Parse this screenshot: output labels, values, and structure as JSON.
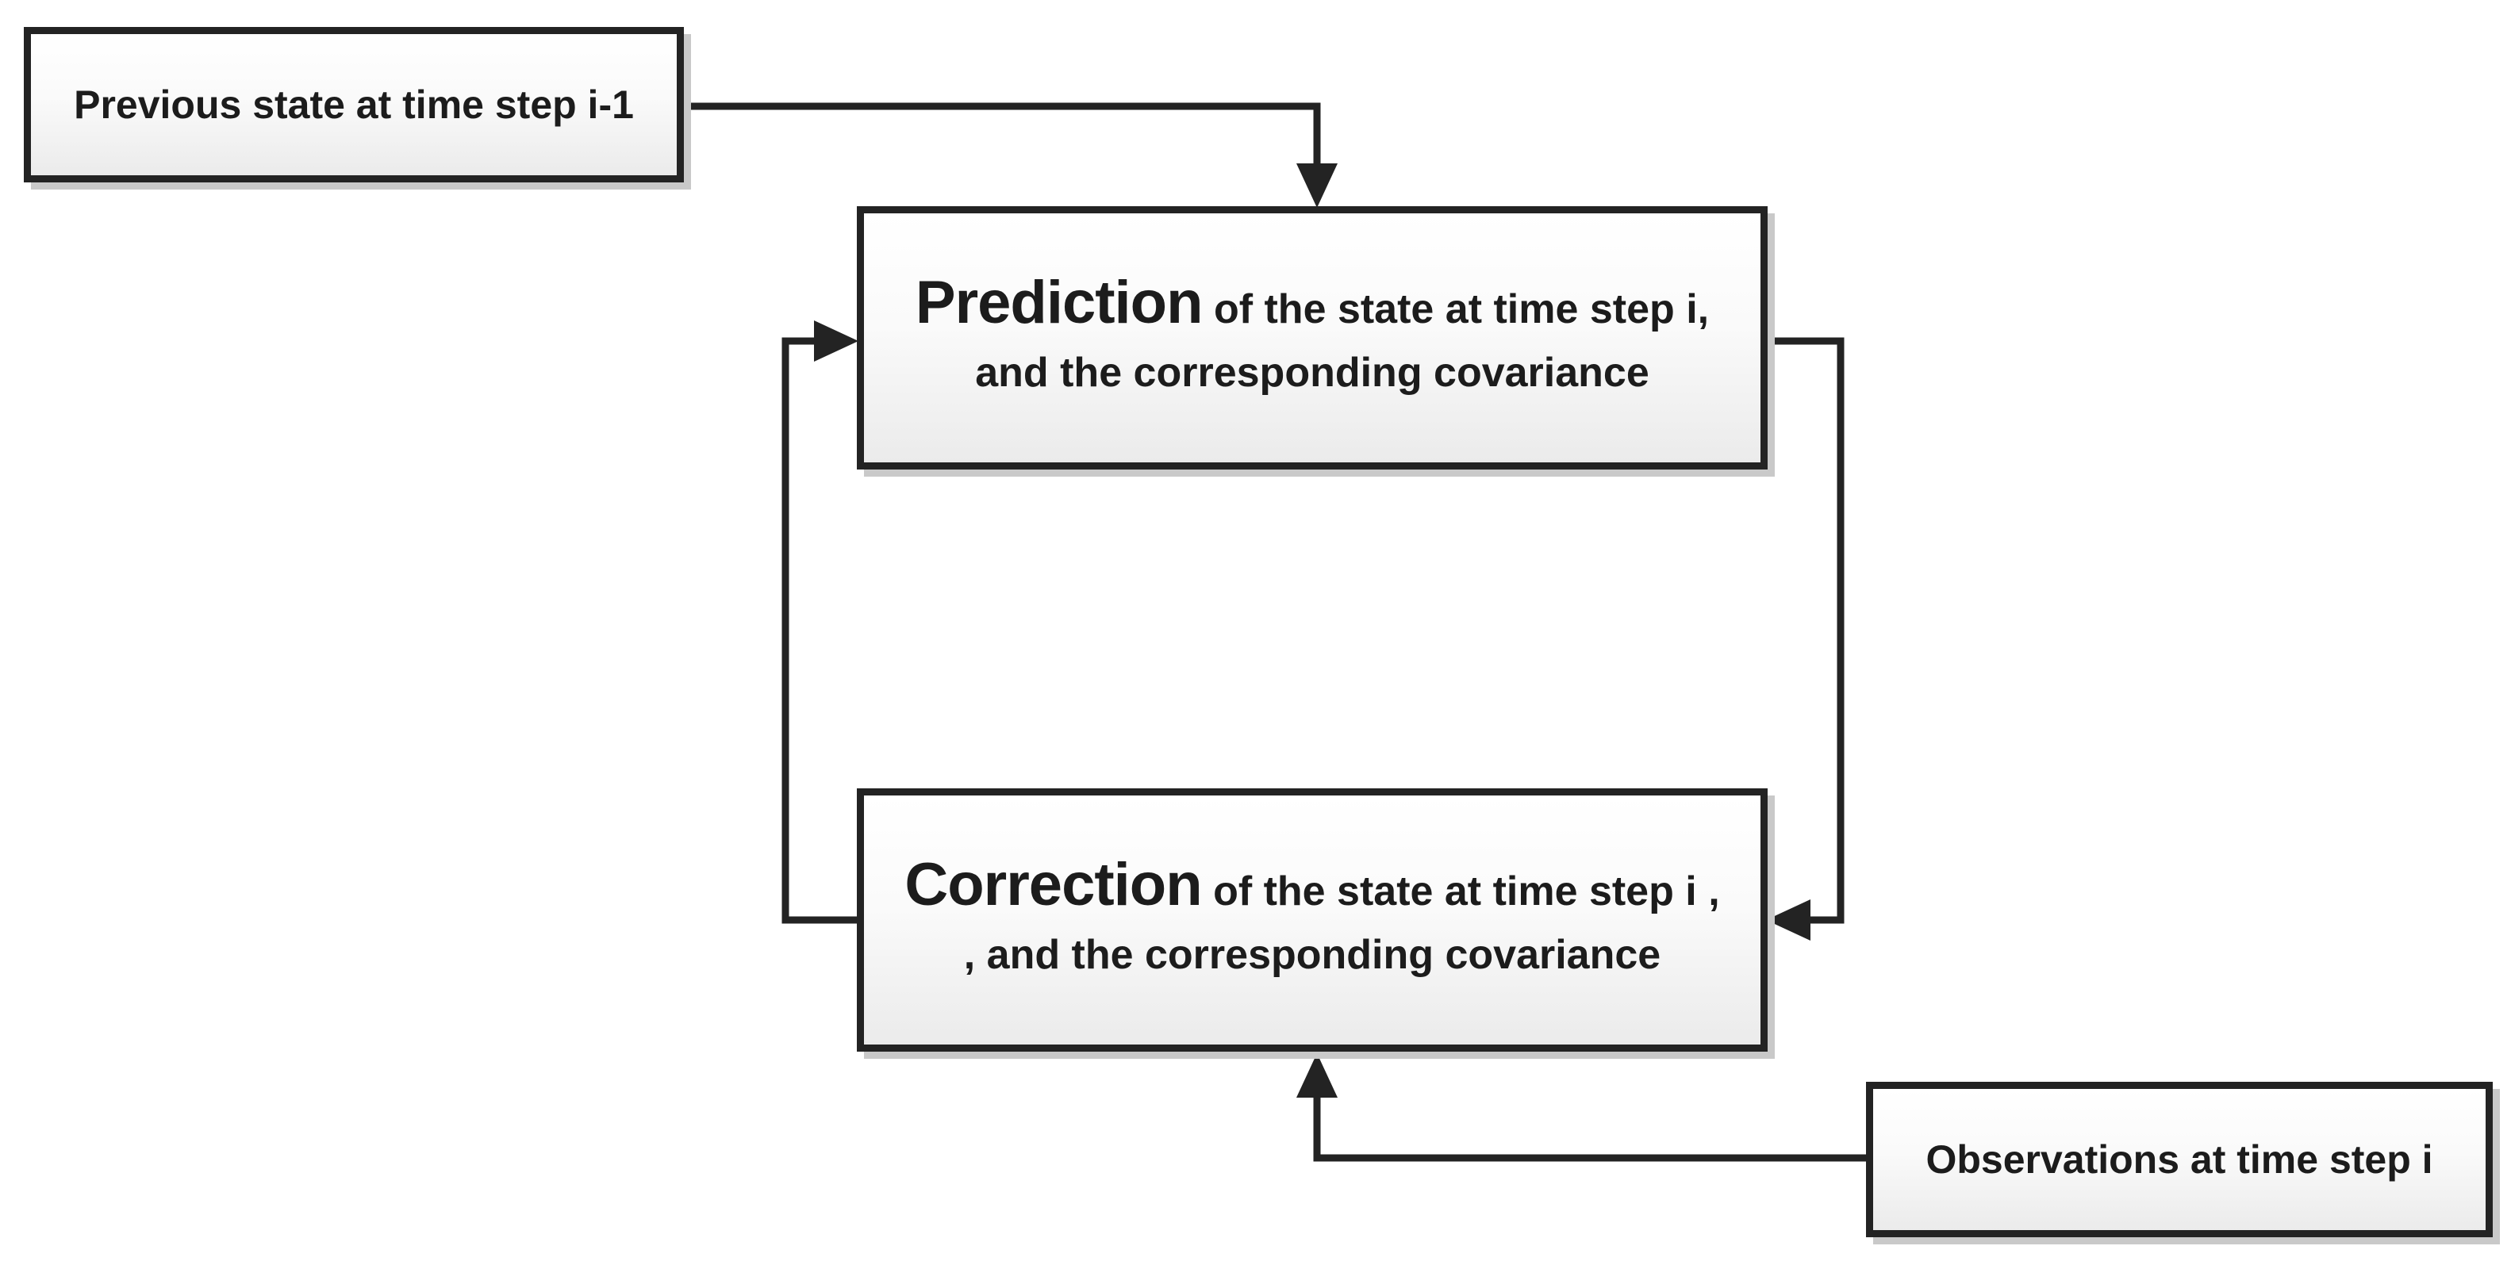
{
  "boxes": {
    "previous": {
      "text": "Previous state at time step i-1"
    },
    "prediction": {
      "keyword": "Prediction",
      "line1_rest": " of the state at time step i,",
      "line2": "and the corresponding covariance"
    },
    "correction": {
      "keyword": "Correction",
      "line1_rest": " of the state at time step i ,",
      "line2": ", and the corresponding covariance"
    },
    "observations": {
      "text": "Observations at time step i"
    }
  },
  "connectors": [
    {
      "from": "previous",
      "to": "prediction"
    },
    {
      "from": "prediction",
      "to": "correction"
    },
    {
      "from": "correction",
      "to": "prediction"
    },
    {
      "from": "observations",
      "to": "correction"
    }
  ],
  "colors": {
    "stroke": "#232323",
    "shadow": "#c9c9c9",
    "fill_top": "#ffffff",
    "fill_bottom": "#ebebeb"
  }
}
